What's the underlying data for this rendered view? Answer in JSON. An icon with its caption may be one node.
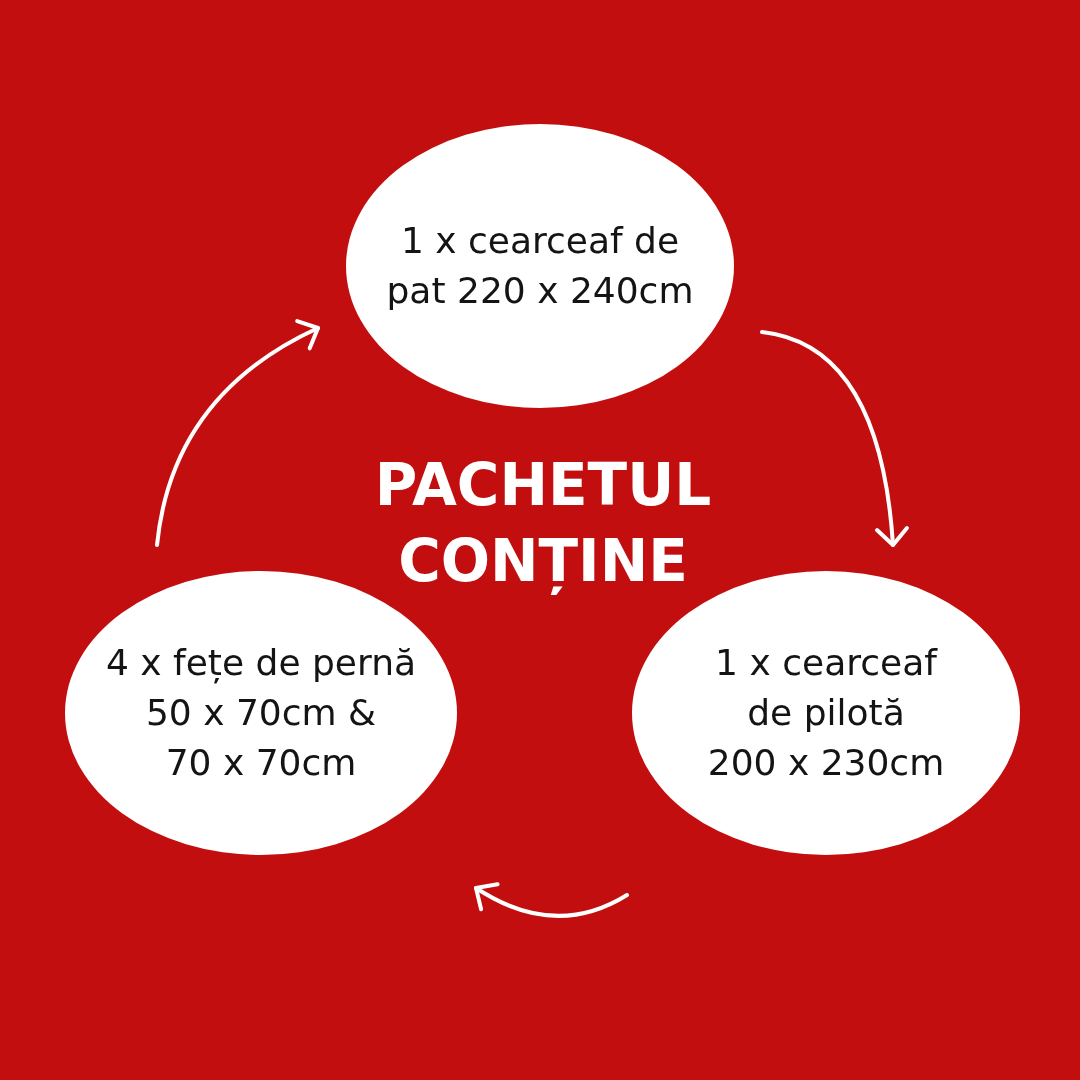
{
  "diagram": {
    "title": "PACHETUL CONȚINE",
    "nodes": [
      {
        "text": [
          "1 x cearceaf de pat 220 x 240cm"
        ]
      },
      {
        "text": [
          "1 x cearceaf de pilotă 200 x 230cm"
        ]
      },
      {
        "text": [
          "4 x fețe de pernă 50 x 70cm & 70 x 70cm"
        ]
      }
    ],
    "edges": [
      {
        "from": 0,
        "to": 1,
        "arrow": "to"
      },
      {
        "from": 1,
        "to": 2,
        "arrow": "to"
      },
      {
        "from": 2,
        "to": 0,
        "arrow": "to"
      }
    ]
  }
}
